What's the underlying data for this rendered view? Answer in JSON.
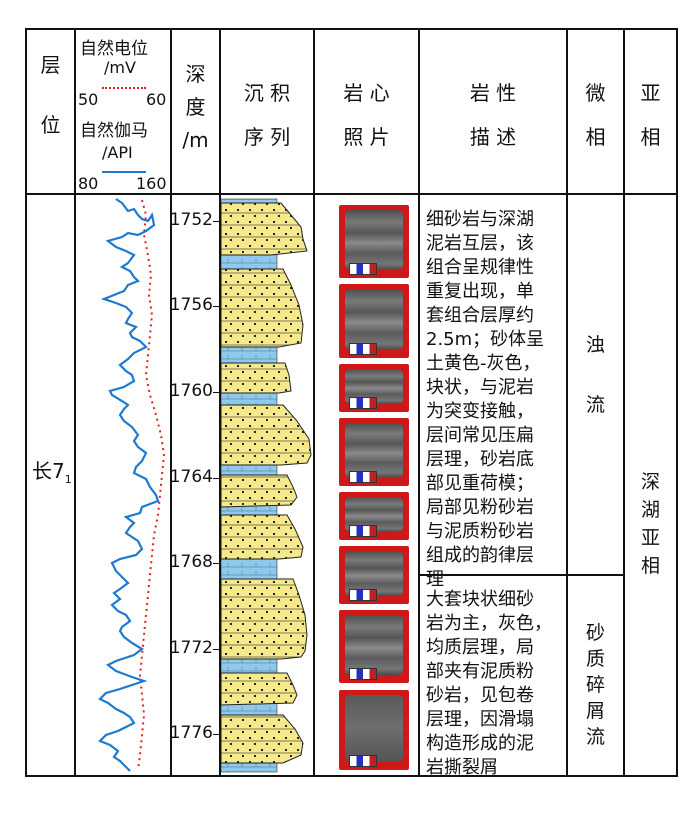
{
  "headers": {
    "layer": "层\n\n位",
    "sp_title": "自然电位",
    "sp_unit": "/mV",
    "sp_min": "50",
    "sp_max": "60",
    "gr_title": "自然伽马",
    "gr_unit": "/API",
    "gr_min": "80",
    "gr_max": "160",
    "depth": "深\n度\n/m",
    "sequence": "沉 积\n\n序 列",
    "photo": "岩 心\n\n照 片",
    "description": "岩 性\n\n描 述",
    "microfacies": "微\n\n相",
    "subfacies": "亚\n\n相"
  },
  "layer_label": "长7",
  "layer_sub": "1",
  "depths": [
    "1752",
    "1756",
    "1760",
    "1764",
    "1768",
    "1772",
    "1776"
  ],
  "description_1": "细砂岩与深湖\n泥岩互层，该\n组合呈规律性\n重复出现，单\n套组合层厚约\n2.5m；砂体呈\n土黄色-灰色，\n块状，与泥岩\n为突变接触，\n层间常见压扁\n层理，砂岩底\n部见重荷模；\n局部见粉砂岩\n与泥质粉砂岩\n组成的韵律层\n理",
  "description_2": "大套块状细砂\n岩为主，灰色，\n均质层理，局\n部夹有泥质粉\n砂岩，见包卷\n层理，因滑塌\n构造形成的泥\n岩撕裂屑",
  "microfacies_1": "浊\n\n流",
  "microfacies_2": "砂\n质\n碎\n屑\n流",
  "subfacies": "深\n湖\n亚\n相",
  "colors": {
    "sp_curve": "#e02020",
    "gr_curve": "#1e7ad0",
    "sand": "#f6e98a",
    "mud": "#8ec8ea",
    "photo_bg": "#d01818"
  }
}
